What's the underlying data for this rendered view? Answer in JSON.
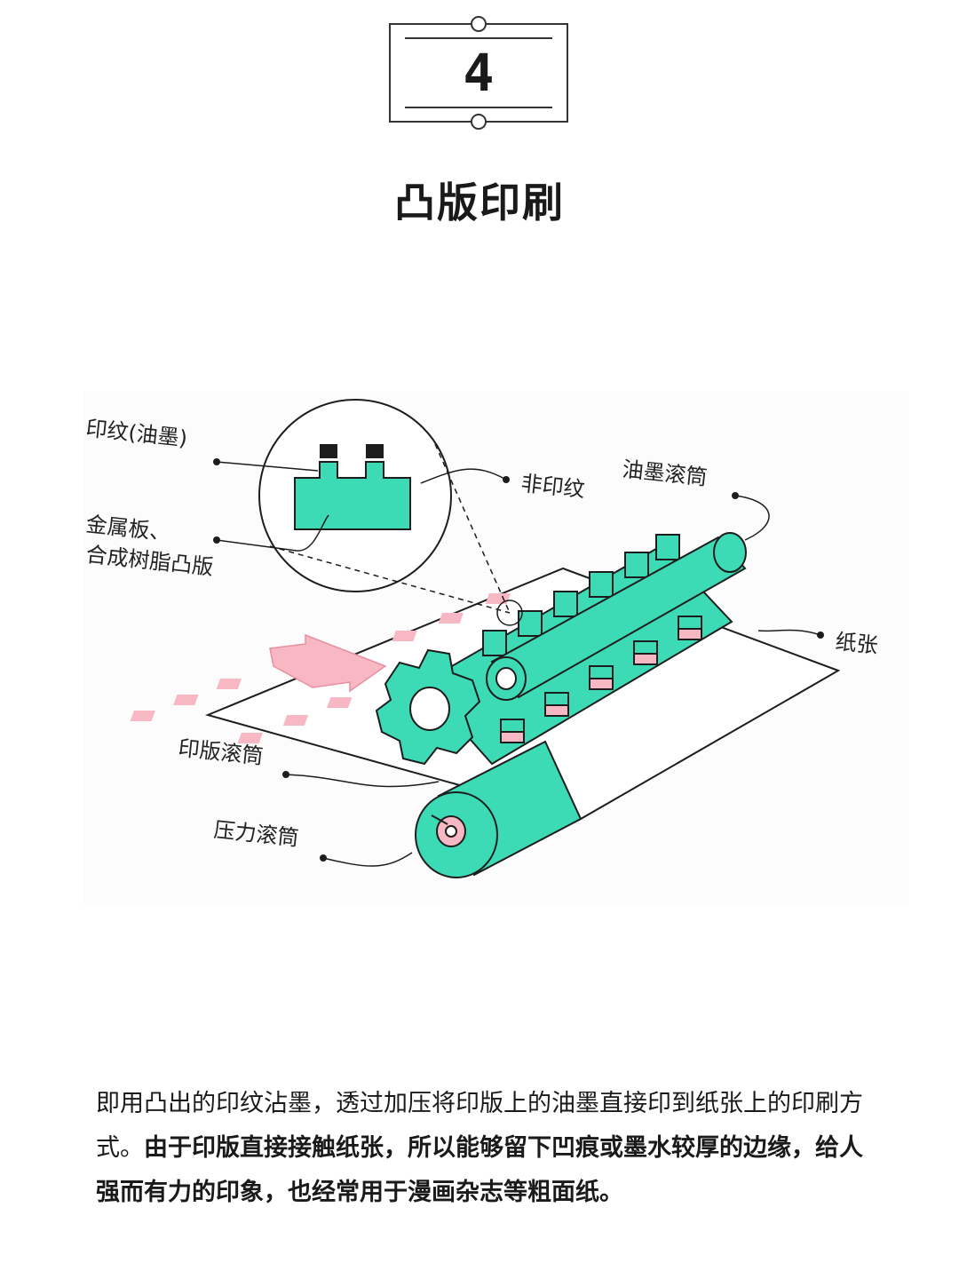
{
  "header": {
    "number": "4",
    "title": "凸版印刷"
  },
  "labels": {
    "ink_pattern": "印纹(油墨)",
    "non_print": "非印纹",
    "ink_roller": "油墨滚筒",
    "plate_line1": "金属板、",
    "plate_line2": "合成树脂凸版",
    "paper": "纸张",
    "plate_roller": "印版滚筒",
    "pressure_roller": "压力滚筒"
  },
  "description": {
    "part1": "即用凸出的印纹沾墨，透过加压将印版上的油墨直接印到纸张上的印刷方式。",
    "part2": "由于印版直接接触纸张，所以能够留下凹痕或墨水较厚的边缘，给人强而有力的印象，也经常用于漫画杂志等粗面纸。"
  },
  "colors": {
    "teal": "#3ddbb5",
    "pink": "#f7b8c4",
    "outline": "#1d1d1d"
  }
}
